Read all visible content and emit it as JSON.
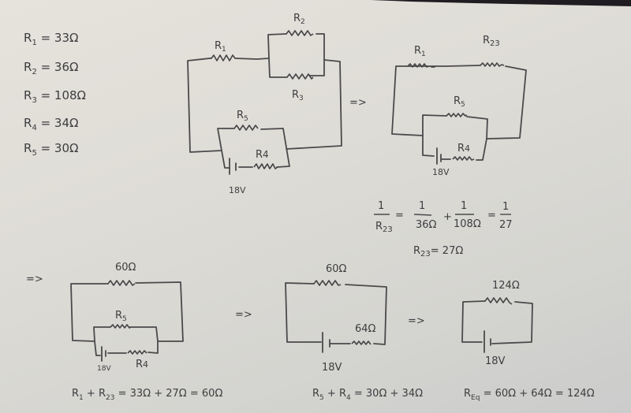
{
  "page": {
    "subject": "Equivalent resistance of a resistor network, worked by hand",
    "paper_color": "#dedcd6",
    "ink_color": "#454547"
  },
  "given_values": [
    {
      "name": "R1",
      "base": "R",
      "sub": "1",
      "value": "33Ω"
    },
    {
      "name": "R2",
      "base": "R",
      "sub": "2",
      "value": "36Ω"
    },
    {
      "name": "R3",
      "base": "R",
      "sub": "3",
      "value": "108Ω"
    },
    {
      "name": "R4",
      "base": "R",
      "sub": "4",
      "value": "34Ω"
    },
    {
      "name": "R5",
      "base": "R",
      "sub": "5",
      "value": "30Ω"
    }
  ],
  "arrow_symbol": "=>",
  "circuits": {
    "original": {
      "labels": {
        "r1": {
          "base": "R",
          "sub": "1"
        },
        "r2": {
          "base": "R",
          "sub": "2"
        },
        "r3": {
          "base": "R",
          "sub": "3"
        },
        "r4": {
          "base": "R",
          "sub": "4"
        },
        "r5": {
          "base": "R",
          "sub": "5"
        },
        "battery": "18V"
      }
    },
    "step1": {
      "labels": {
        "r1": {
          "base": "R",
          "sub": "1"
        },
        "r23": {
          "base": "R",
          "sub": "23"
        },
        "r5": {
          "base": "R",
          "sub": "5"
        },
        "r4": {
          "base": "R",
          "sub": "4"
        },
        "battery": "18V"
      }
    },
    "step2": {
      "labels": {
        "top": "60Ω",
        "r5": {
          "base": "R",
          "sub": "5"
        },
        "r4": {
          "base": "R",
          "sub": "4"
        },
        "battery": "18V"
      }
    },
    "step3": {
      "labels": {
        "top": "60Ω",
        "bottom": "64Ω",
        "battery": "18V"
      }
    },
    "step4": {
      "labels": {
        "top": "124Ω",
        "battery": "18V"
      }
    }
  },
  "parallel_calc": {
    "lhs": {
      "num": "1",
      "den_base": "R",
      "den_sub": "23"
    },
    "eq1": "=",
    "term1": {
      "num": "1",
      "den": "36Ω"
    },
    "plus": "+",
    "term2": {
      "num": "1",
      "den": "108Ω"
    },
    "eq2": "=",
    "result": {
      "num": "1",
      "den": "27"
    },
    "final": {
      "base": "R",
      "sub": "23",
      "rest": "= 27Ω"
    }
  },
  "series_equations": [
    {
      "terms": [
        {
          "base": "R",
          "sub": "1"
        },
        {
          "op": "+"
        },
        {
          "base": "R",
          "sub": "23"
        }
      ],
      "rhs": "= 33Ω + 27Ω = 60Ω"
    },
    {
      "terms": [
        {
          "base": "R",
          "sub": "5"
        },
        {
          "op": "+"
        },
        {
          "base": "R",
          "sub": "4"
        }
      ],
      "rhs": "= 30Ω + 34Ω"
    },
    {
      "terms": [
        {
          "base": "R",
          "sub": "Eq"
        }
      ],
      "rhs": "= 60Ω + 64Ω = 124Ω"
    }
  ]
}
